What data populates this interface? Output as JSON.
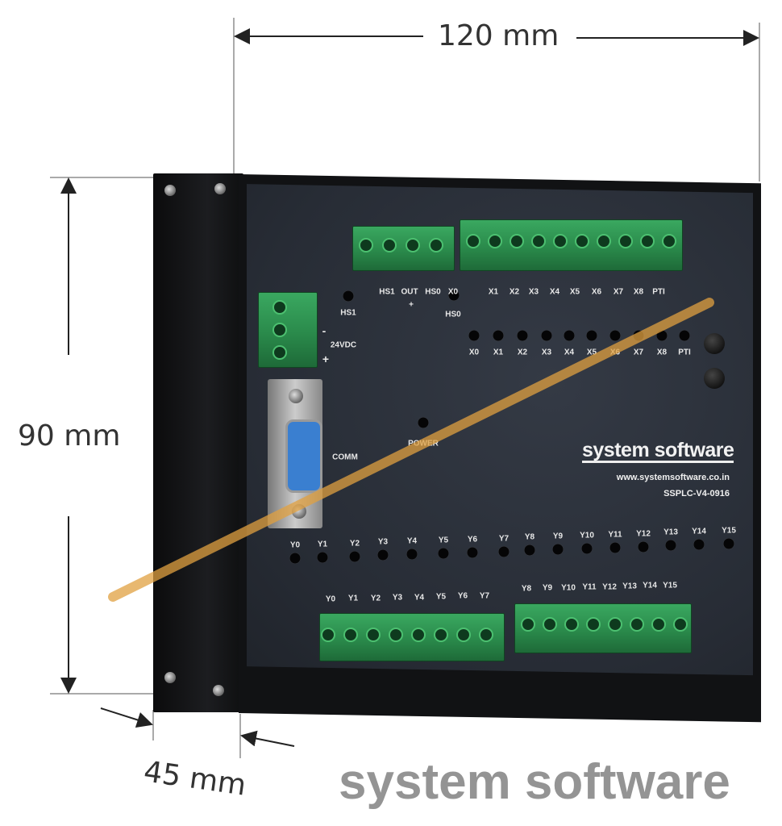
{
  "dimensions": {
    "width_label": "120 mm",
    "height_label": "90 mm",
    "depth_label": "45 mm"
  },
  "device": {
    "brand": "system software",
    "website": "www.systemsoftware.co.in",
    "model": "SSPLC-V4-0916",
    "power_label": "24VDC",
    "power_minus": "-",
    "power_plus": "+",
    "comm_label": "COMM",
    "power_led_label": "POWER",
    "hs1_led_label": "HS1",
    "hs0_led_label": "HS0",
    "top_terminal_labels": [
      "HS1",
      "OUT",
      "HS0",
      "X0",
      "X1",
      "X2",
      "X3",
      "X4",
      "X5",
      "X6",
      "X7",
      "X8",
      "PTI"
    ],
    "out_plus": "+",
    "input_led_labels": [
      "X0",
      "X1",
      "X2",
      "X3",
      "X4",
      "X5",
      "X6",
      "X7",
      "X8",
      "PTI"
    ],
    "output_led_labels": [
      "Y0",
      "Y1",
      "Y2",
      "Y3",
      "Y4",
      "Y5",
      "Y6",
      "Y7",
      "Y8",
      "Y9",
      "Y10",
      "Y11",
      "Y12",
      "Y13",
      "Y14",
      "Y15"
    ],
    "bottom_terminal_labels_a": [
      "Y0",
      "Y1",
      "Y2",
      "Y3",
      "Y4",
      "Y5",
      "Y6",
      "Y7"
    ],
    "bottom_terminal_labels_b": [
      "Y8",
      "Y9",
      "Y10",
      "Y11",
      "Y12",
      "Y13",
      "Y14",
      "Y15"
    ]
  },
  "watermark": {
    "text": "system software",
    "line_color": "#e0a040"
  },
  "colors": {
    "terminal": "#2f9a55",
    "panel": "#2b303a",
    "db9": "#3a7fd0"
  }
}
